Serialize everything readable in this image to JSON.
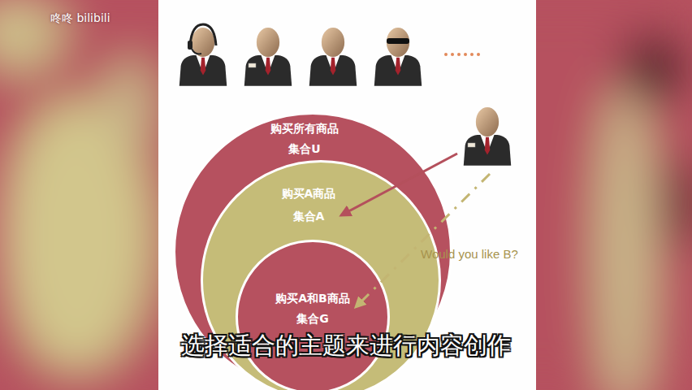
{
  "diagram": {
    "nodes": [
      {
        "text": [
          "购买所有商品",
          "集合U"
        ]
      },
      {
        "text": [
          "购买A商品",
          "集合A"
        ],
        "in": 0
      },
      {
        "text": [
          "购买A和B商品",
          "集合G"
        ],
        "in": 1
      }
    ],
    "labels": [
      "咚咚 bilibili",
      "Would you like B?",
      "选择适合的主题来进行内容创作"
    ]
  }
}
